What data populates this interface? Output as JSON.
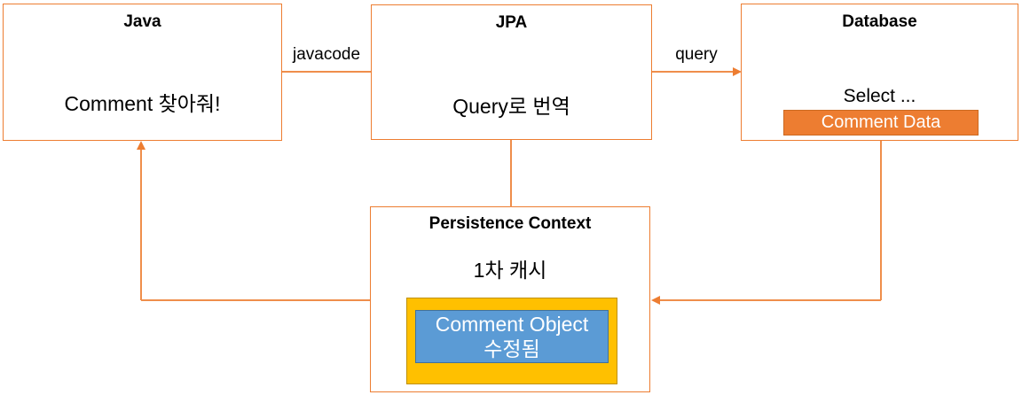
{
  "diagram": {
    "boxes": {
      "java": {
        "title": "Java",
        "body": "Comment 찾아줘!"
      },
      "jpa": {
        "title": "JPA",
        "body": "Query로 번역"
      },
      "database": {
        "title": "Database",
        "body": "Select ...",
        "chip": "Comment Data"
      },
      "persistence": {
        "title": "Persistence Context",
        "body": "1차 캐시",
        "object_line1": "Comment Object",
        "object_line2": "수정됨"
      }
    },
    "edge_labels": {
      "java_to_jpa": "javacode",
      "jpa_to_database": "query"
    },
    "colors": {
      "box_border_orange": "#ED7D31",
      "connector_orange": "#EF8E4B",
      "chip_fill_orange": "#ED7D31",
      "chip_text": "#FFFFFF",
      "cache_fill_yellow": "#FFC000",
      "cache_border": "#BF9000",
      "object_fill_blue": "#5B9BD5",
      "object_border_blue": "#41719C",
      "object_text": "#FFFFFF",
      "background": "#FFFFFF",
      "text_black": "#000000"
    }
  }
}
